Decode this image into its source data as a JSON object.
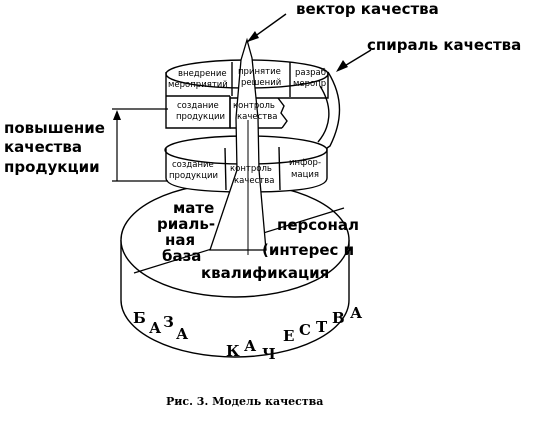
{
  "labels": {
    "quality_vector": "вектор качества",
    "quality_spiral": "спираль качества",
    "improvement_line1": "повышение",
    "improvement_line2": "качества",
    "improvement_line3": "продукции",
    "caption": "Рис. 3. Модель качества"
  },
  "upper_ring": {
    "implementation_l1": "внедрение",
    "implementation_l2": "мероприятий",
    "decisions_l1": "принятие",
    "decisions_l2": "решений",
    "development_l1": "разраб",
    "development_l2": "меропр",
    "creation_l1": "создание",
    "creation_l2": "продукции",
    "control_l1": "контроль",
    "control_l2": "качества"
  },
  "lower_ring": {
    "creation_l1": "создание",
    "creation_l2": "продукции",
    "control_l1": "контроль",
    "control_l2": "качества",
    "information_l1": "инфор-",
    "information_l2": "мация"
  },
  "base": {
    "material_l1": "мате",
    "material_l2": "риаль-",
    "material_l3": "ная",
    "material_l4": "база",
    "personnel_l1": "персонал",
    "personnel_l2": "(интерес и",
    "personnel_l3": "квалификация",
    "quality_base_letters": [
      "Б",
      "А",
      "З",
      "А",
      "К",
      "А",
      "Ч",
      "Е",
      "С",
      "Т",
      "В",
      "А"
    ]
  }
}
